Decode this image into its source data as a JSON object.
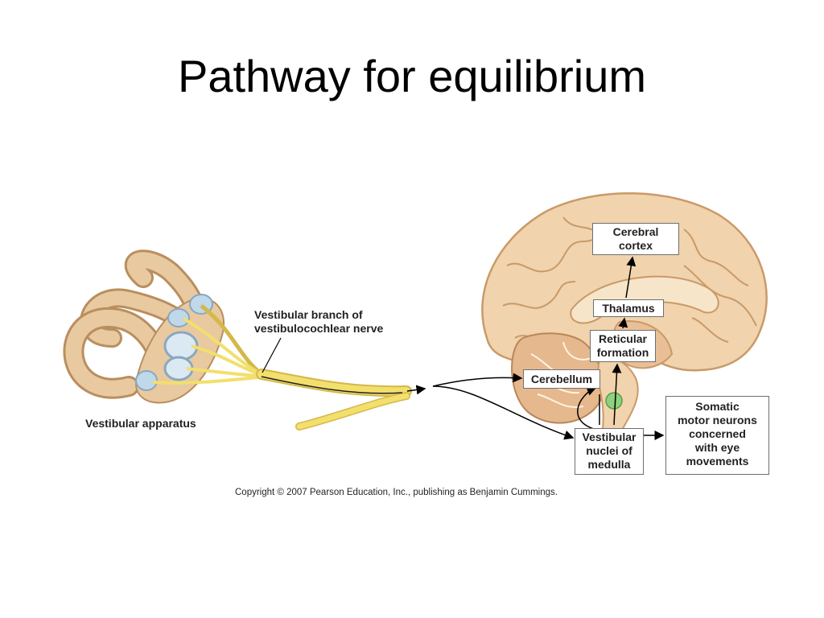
{
  "slide": {
    "title": "Pathway for equilibrium"
  },
  "diagram": {
    "labels": {
      "vestibular_apparatus": "Vestibular apparatus",
      "vestibular_branch": "Vestibular branch of\nvestibulocochlear nerve"
    },
    "boxes": {
      "cerebral_cortex": "Cerebral\ncortex",
      "thalamus": "Thalamus",
      "reticular_formation": "Reticular\nformation",
      "cerebellum": "Cerebellum",
      "vestibular_nuclei": "Vestibular\nnuclei of\nmedulla",
      "somatic_motor": "Somatic\nmotor neurons\nconcerned\nwith eye\nmovements"
    },
    "copyright": "Copyright © 2007 Pearson Education, Inc., publishing as Benjamin Cummings."
  },
  "colors": {
    "labyrinth_fill": "#e8c9a0",
    "labyrinth_stroke": "#b98e5e",
    "nerve": "#f2df6e",
    "brain_fill": "#f1d3ad",
    "brain_stroke": "#c99a68",
    "ampulla": "#bfd8ea",
    "green_marker": "#8fd17e"
  }
}
